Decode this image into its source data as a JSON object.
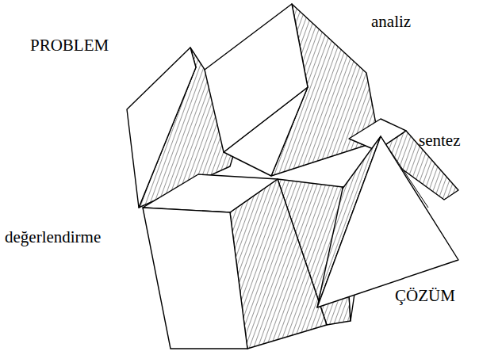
{
  "diagram": {
    "labels": [
      "PROBLEM",
      "analiz",
      "sentez",
      "değerlendirme",
      "ÇÖZÜM"
    ]
  }
}
